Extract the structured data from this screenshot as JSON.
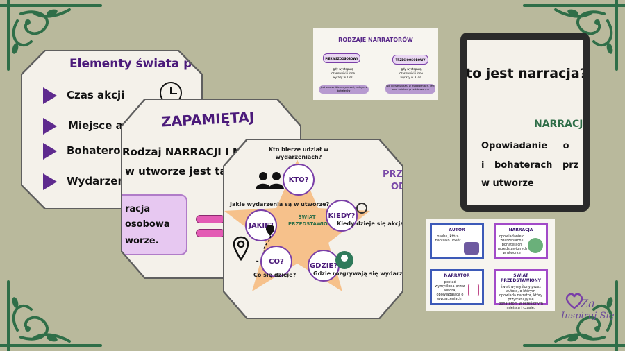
{
  "slide1": {
    "title": "Elementy świata prz",
    "items": [
      "Czas akcji",
      "Miejsce ak",
      "Bohaterow",
      "Wydarzeni"
    ]
  },
  "slide2": {
    "title": "ZAPAMIĘTAJ",
    "line1": "Rodzaj NARRACJI I N",
    "line2": "w utworze jest tak",
    "box_lines": [
      "racja",
      "osobowa",
      "worze."
    ]
  },
  "slide3": {
    "top_question": "Kto bierze udział w wydarzeniach?",
    "header_partial": "PRZ",
    "header_partial2": "OD",
    "center": "ŚWIAT PRZEDSTAWIONY",
    "kto": "KTO?",
    "jakie": "JAKIE?",
    "kiedy": "KIEDY?",
    "co": "CO?",
    "gdzie": "GDZIE?",
    "q_jakie": "Jakie wydarzenia są w utworze?",
    "q_kiedy": "Kiedy dzieje się akcja?",
    "q_co": "Co się dzieje?",
    "q_gdzie": "Gdzie rozgrywają się wydarzenia"
  },
  "slide4": {
    "title": "RODZAJE NARRATORÓW",
    "first": "PIERWSZOOSOBOWY",
    "third": "TRZECIOOSOBOWY",
    "first_desc": "gdy występują czasowniki i inne wyrazy w 1.os.",
    "third_desc": "gdy występują czasowniki i inne wyrazy w 3. os.",
    "first_note": "Jest uczestnikiem wydarzeń, jednym z bohaterów",
    "third_note": "Nie bierze udziału w wydarzeniach, jest poza światem przedstawionym"
  },
  "tablet": {
    "title": "to jest narracja?",
    "subtitle": "NARRACJ",
    "line1": "Opowiadanie o",
    "line2": "i bohaterach prz",
    "line3": "w utworze"
  },
  "cards": {
    "autor_title": "AUTOR",
    "autor_text": "osoba, która napisało utwór",
    "narracja_title": "NARRACJA",
    "narracja_text": "opowiadanie o zdarzeniach i bohaterach przedstawionych w utworze",
    "narrator_title": "NARRATOR",
    "narrator_text": "postać wymyślona przez autora, opowiadająca o wydarzeniach.",
    "swiat_title": "ŚWIAT PRZEDSTAWIONY",
    "swiat_text": "świat wymyślony przez autora, o którym opowiada narrator, który przytrafiają się bohaterom w określonym miejscu i czasie."
  },
  "logo": {
    "line1": "Za",
    "line2": "Inspiruj-Się"
  },
  "colors": {
    "background": "#b9b99c",
    "ornament": "#2f6e48",
    "purple": "#4b1a7a",
    "star": "#f6c18b"
  }
}
